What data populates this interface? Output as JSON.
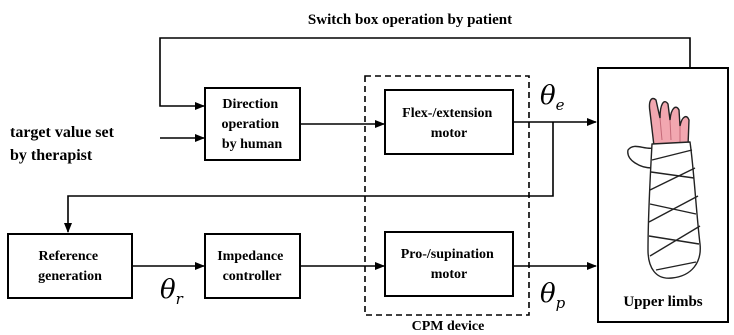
{
  "diagram": {
    "top_feedback_label": "Switch box operation by patient",
    "input_label": [
      "target value set",
      "by therapist"
    ],
    "blocks": {
      "direction": [
        "Direction",
        "operation",
        "by human"
      ],
      "flex_motor": [
        "Flex-/extension",
        "motor"
      ],
      "reference": [
        "Reference",
        "generation"
      ],
      "impedance": [
        "Impedance",
        "controller"
      ],
      "pro_motor": [
        "Pro-/supination",
        "motor"
      ],
      "upper_limbs": "Upper limbs"
    },
    "device_group_label": "CPM device",
    "signals": {
      "theta_e": {
        "symbol": "θ",
        "sub": "e"
      },
      "theta_r": {
        "symbol": "θ",
        "sub": "r"
      },
      "theta_p": {
        "symbol": "θ",
        "sub": "p"
      }
    }
  }
}
